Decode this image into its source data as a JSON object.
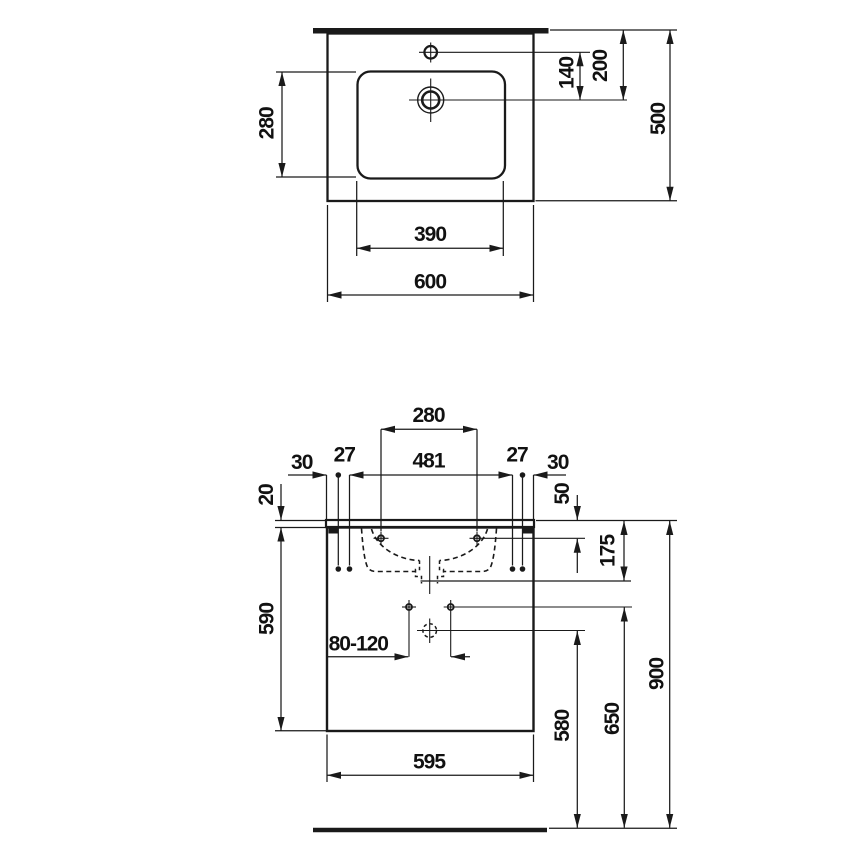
{
  "colors": {
    "ink": "#1a1a1a",
    "background": "#ffffff"
  },
  "top_view": {
    "d600": "600",
    "d390": "390",
    "d280": "280",
    "d140": "140",
    "d200": "200",
    "d500": "500"
  },
  "front_view": {
    "d280": "280",
    "d481": "481",
    "d27_left": "27",
    "d27_right": "27",
    "d30_left": "30",
    "d30_right": "30",
    "d20": "20",
    "d50": "50",
    "d175": "175",
    "d590": "590",
    "d80_120": "80-120",
    "d595": "595",
    "d580": "580",
    "d650": "650",
    "d900": "900"
  }
}
